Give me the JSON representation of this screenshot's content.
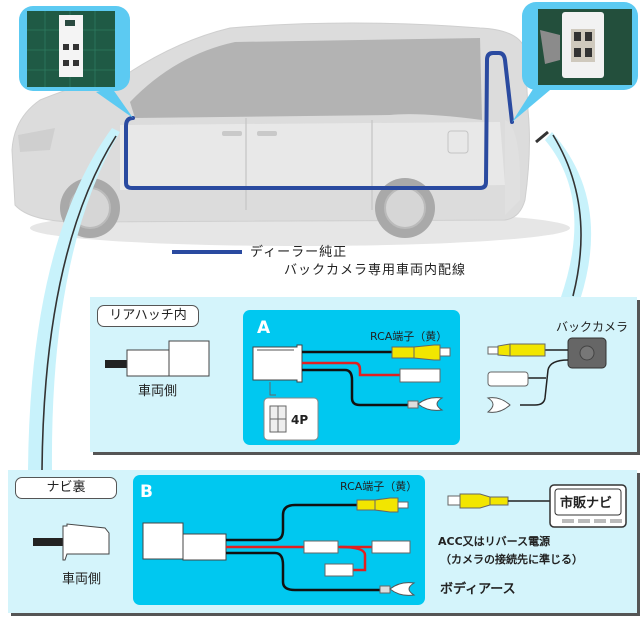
{
  "legend": {
    "line_color": "#2a4aa0",
    "line1": "ディーラー純正",
    "line2": "バックカメラ専用車両内配線"
  },
  "callouts": [
    {
      "name": "front-connector-photo",
      "description_icon": "connector-photo-icon"
    },
    {
      "name": "rear-connector-photo",
      "description_icon": "connector-photo-icon"
    }
  ],
  "panel_rear": {
    "tag": "リアハッチ内",
    "vehicle_side": "車両側",
    "box": {
      "label": "A",
      "rca_label": "RCA端子（黄）",
      "pin_label": "4P"
    },
    "camera_label": "バックカメラ"
  },
  "panel_navi": {
    "tag": "ナビ裏",
    "vehicle_side": "車両側",
    "box": {
      "label": "B",
      "rca_label": "RCA端子（黄）"
    },
    "navi_label": "市販ナビ",
    "power_label_1": "ACC又はリバース電源",
    "power_label_2": "（カメラの接続先に準じる）",
    "ground_label": "ボディアース"
  },
  "colors": {
    "panel_bg": "#d4f4fb",
    "box_bg": "#00c8f0",
    "arrow": "#c8f2fb",
    "wire_red": "#e02020",
    "rca_yellow": "#f2e600",
    "callout_border": "#5ccaf2"
  }
}
